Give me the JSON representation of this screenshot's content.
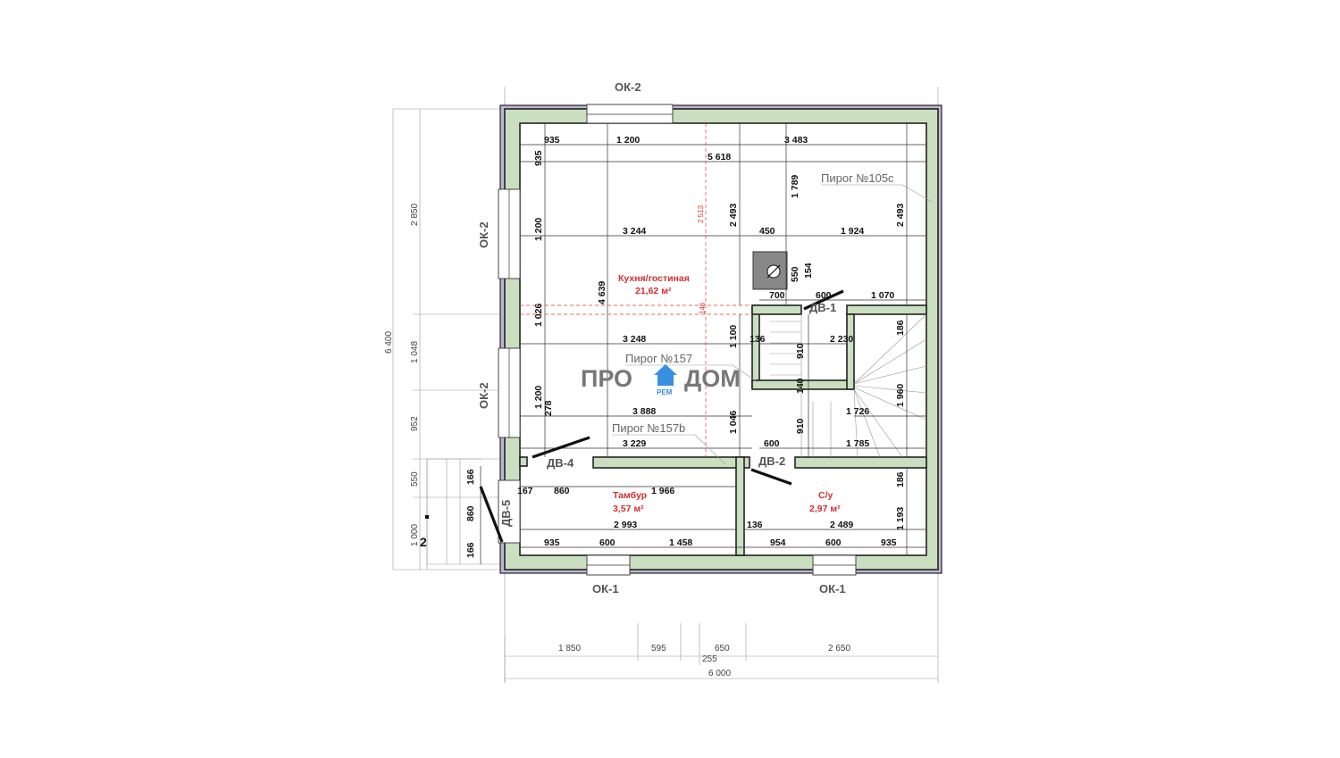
{
  "window_labels": {
    "ok2_top": "ОК-2",
    "ok2_left_upper": "ОК-2",
    "ok2_left_lower": "ОК-2",
    "ok1_left": "ОК-1",
    "ok1_right": "ОК-1"
  },
  "door_labels": {
    "dv1": "ДВ-1",
    "dv2": "ДВ-2",
    "dv4": "ДВ-4",
    "dv5": "ДВ-5"
  },
  "rooms": {
    "kitchen": {
      "name": "Кухня/гостиная",
      "area": "21,62 м²"
    },
    "vestibule": {
      "name": "Тамбур",
      "area": "3,57 м²"
    },
    "bathroom": {
      "name": "С/у",
      "area": "2,97 м²"
    }
  },
  "wall_types": {
    "p105c": "Пирог №105с",
    "p157": "Пирог №157",
    "p157b": "Пирог №157b"
  },
  "logo": {
    "left": "ПРО",
    "right": "ДОМ",
    "sub": "РЕМ"
  },
  "axis_label": "2",
  "dims": {
    "top_935": "935",
    "top_1200": "1 200",
    "top_3483": "3 483",
    "row_5618": "5 618",
    "row_3244": "3 244",
    "row_450": "450",
    "row_1924": "1 924",
    "v_935": "935",
    "v_1200_a": "1 200",
    "v_1026": "1 026",
    "v_1200_b": "1 200",
    "v_278": "278",
    "v_4639": "4 639",
    "v_2513": "2 513",
    "v_146": "146",
    "v_2493_a": "2 493",
    "v_1789": "1 789",
    "v_2493_b": "2 493",
    "v_550": "550",
    "v_154": "154",
    "h_700": "700",
    "h_600_a": "600",
    "h_1070": "1 070",
    "h_3248": "3 248",
    "v_1100": "1 100",
    "h_136_a": "136",
    "v_910_a": "910",
    "h_2230": "2 230",
    "v_186_a": "186",
    "v_140": "140",
    "v_1960": "1 960",
    "h_1726": "1 726",
    "h_3888": "3 888",
    "v_1046": "1 046",
    "v_910_b": "910",
    "h_3229": "3 229",
    "h_600_b": "600",
    "h_1785": "1 785",
    "v_186_b": "186",
    "h_167": "167",
    "h_860": "860",
    "h_1966": "1 966",
    "h_2993": "2 993",
    "h_136_b": "136",
    "h_2489": "2 489",
    "v_1193": "1 193",
    "h_935_a": "935",
    "h_600_c": "600",
    "h_1458": "1 458",
    "h_954": "954",
    "h_600_d": "600",
    "h_935_b": "935",
    "v_166_a": "166",
    "v_860": "860",
    "v_166_b": "166",
    "ext_6400": "6 400",
    "ext_2850": "2 850",
    "ext_1048": "1 048",
    "ext_952": "952",
    "ext_550": "550",
    "ext_1000": "1 000",
    "bot_1850": "1 850",
    "bot_595": "595",
    "bot_650": "650",
    "bot_255": "255",
    "bot_2650": "2 650",
    "bot_6000": "6 000"
  }
}
